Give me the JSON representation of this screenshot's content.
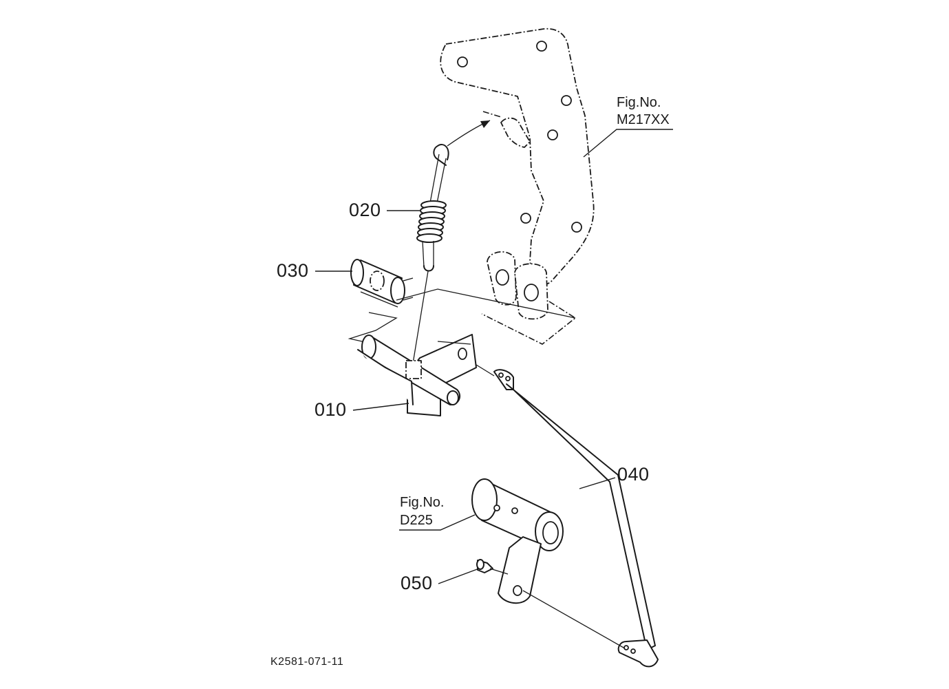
{
  "callouts": {
    "p010": "010",
    "p020": "020",
    "p030": "030",
    "p040": "040",
    "p050": "050"
  },
  "figure_refs": {
    "upper": {
      "line1": "Fig.No.",
      "line2": "M217XX"
    },
    "lower": {
      "line1": "Fig.No.",
      "line2": "D225"
    }
  },
  "drawing_code": "K2581-071-11"
}
